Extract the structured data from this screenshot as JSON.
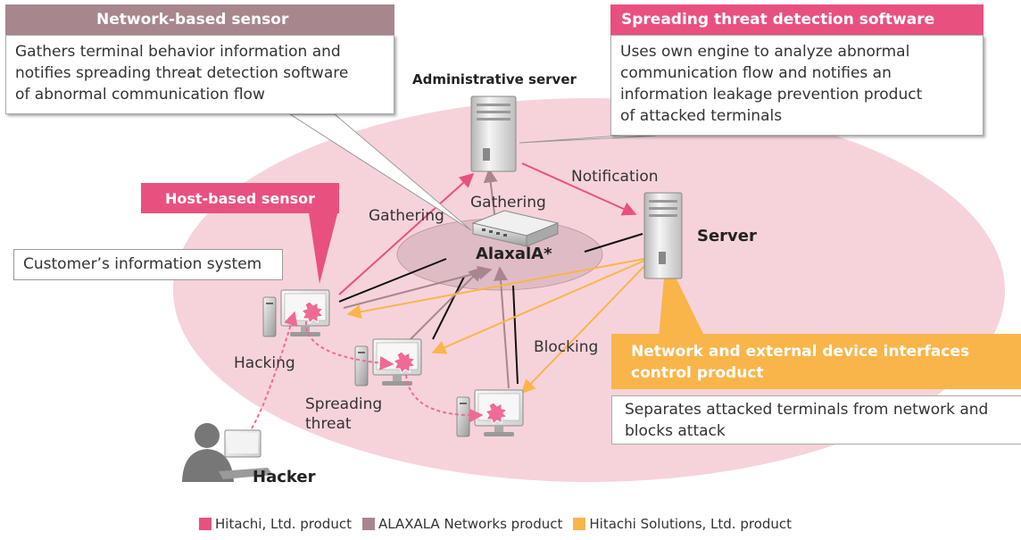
{
  "callouts": {
    "network_sensor": {
      "title": "Network-based sensor",
      "lines": [
        "Gathers terminal behavior information and",
        "notifies spreading threat detection software",
        "of abnormal communication flow"
      ]
    },
    "threat_software": {
      "title": "Spreading threat detection software",
      "lines": [
        "Uses own engine to analyze abnormal",
        "communication flow and notifies an",
        "information leakage prevention product",
        "of attacked terminals"
      ]
    },
    "host_sensor": {
      "title": "Host-based sensor"
    },
    "control_product": {
      "title_lines": [
        "Network and external device interfaces",
        "control product"
      ],
      "lines": [
        "Separates attacked terminals from network and",
        "blocks attack"
      ]
    }
  },
  "customer_system": "Customer’s information system",
  "nodes": {
    "admin_server": "Administrative server",
    "server": "Server",
    "alaxala": "AlaxalA*",
    "hacker": "Hacker"
  },
  "flow_labels": {
    "gathering_left": "Gathering",
    "gathering_center": "Gathering",
    "notification": "Notification",
    "hacking": "Hacking",
    "spreading": [
      "Spreading",
      "threat"
    ],
    "blocking": "Blocking"
  },
  "legend": [
    {
      "label": "Hitachi, Ltd. product",
      "color": "#e8517f"
    },
    {
      "label": "ALAXALA Networks product",
      "color": "#a8868e"
    },
    {
      "label": "Hitachi Solutions, Ltd. product",
      "color": "#f9b54a"
    }
  ],
  "colors": {
    "ellipse": "#f6d3db",
    "alaxala_ellipse": "#dfbcc5",
    "hitachi_pink": "#e8517f",
    "alaxala_mauve": "#a8868e",
    "solutions_orange": "#f9b54a",
    "threat_pink": "#f06a95"
  }
}
